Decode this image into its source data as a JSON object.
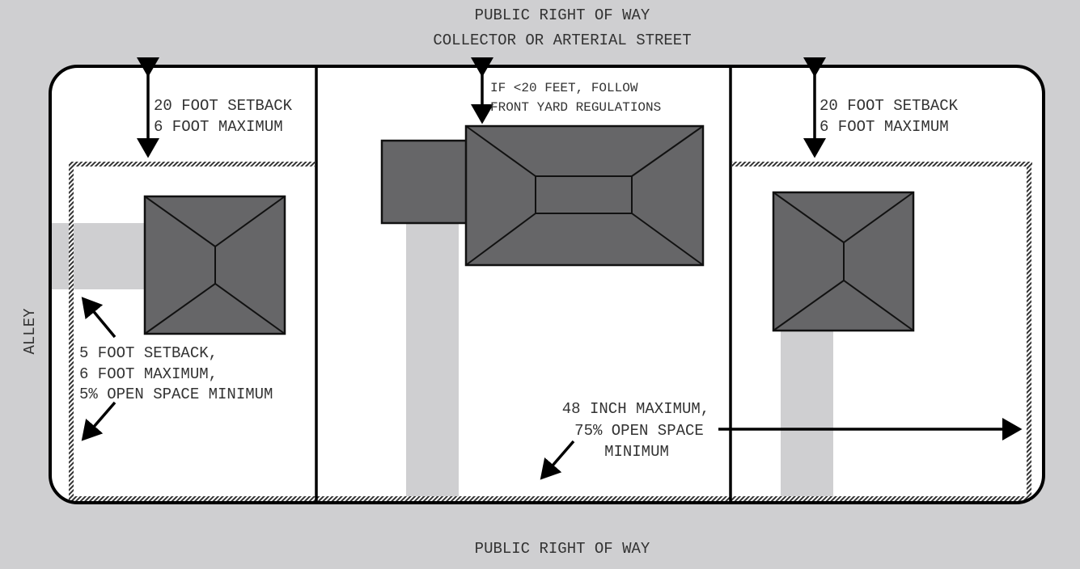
{
  "labels": {
    "top_line1": "PUBLIC RIGHT OF WAY",
    "top_line2": "COLLECTOR OR ARTERIAL STREET",
    "bottom": "PUBLIC RIGHT OF WAY",
    "side": "ALLEY"
  },
  "left_lot": {
    "front_setback": [
      "20 FOOT SETBACK",
      "6 FOOT MAXIMUM"
    ],
    "side_setback": [
      "5 FOOT SETBACK,",
      "6 FOOT MAXIMUM,",
      "5% OPEN SPACE MINIMUM"
    ]
  },
  "middle_lot": {
    "front_note": [
      "IF <20 FEET, FOLLOW",
      "FRONT YARD  REGULATIONS"
    ],
    "rear_note": [
      "48 INCH MAXIMUM,",
      "75% OPEN SPACE",
      "MINIMUM"
    ]
  },
  "right_lot": {
    "front_setback": [
      "20 FOOT SETBACK",
      "6 FOOT MAXIMUM"
    ]
  },
  "colors": {
    "background": "#cfcfd1",
    "house": "#666668",
    "fence": "#333333"
  }
}
